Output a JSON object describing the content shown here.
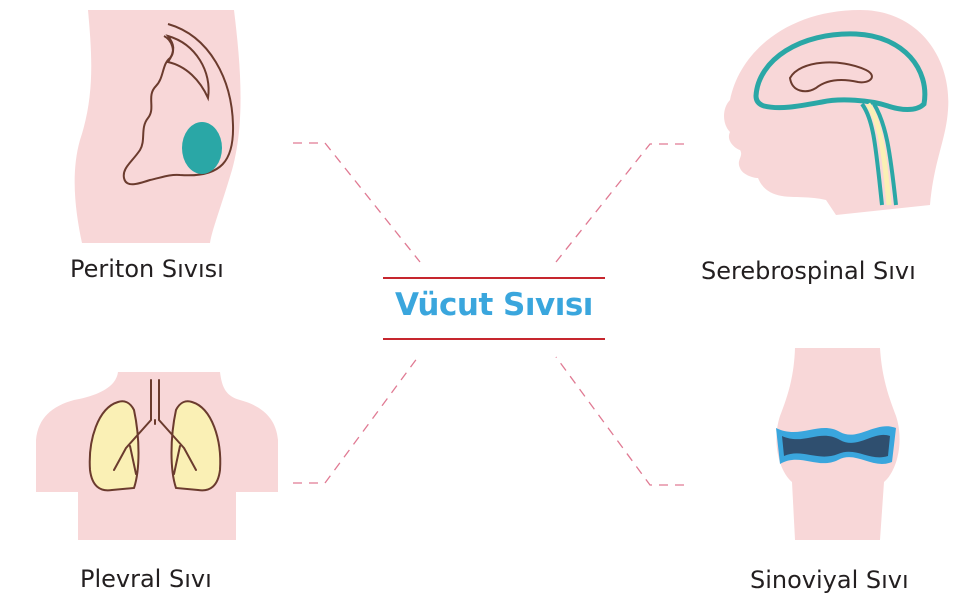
{
  "title": "Vücut Sıvısı",
  "items": [
    {
      "label": "Periton Sıvısı"
    },
    {
      "label": "Plevral Sıvı"
    },
    {
      "label": "Serebrospinal Sıvı"
    },
    {
      "label": "Sinoviyal Sıvı"
    }
  ],
  "colors": {
    "skin": "#f8d7d8",
    "outline": "#6b3b2e",
    "teal": "#2aa7a6",
    "title_blue": "#3aa6dd",
    "rule_red": "#c6262e",
    "connector_pink": "#e07a93",
    "lung_yellow": "#faf0b5",
    "dark_blue": "#2f4f6f"
  }
}
